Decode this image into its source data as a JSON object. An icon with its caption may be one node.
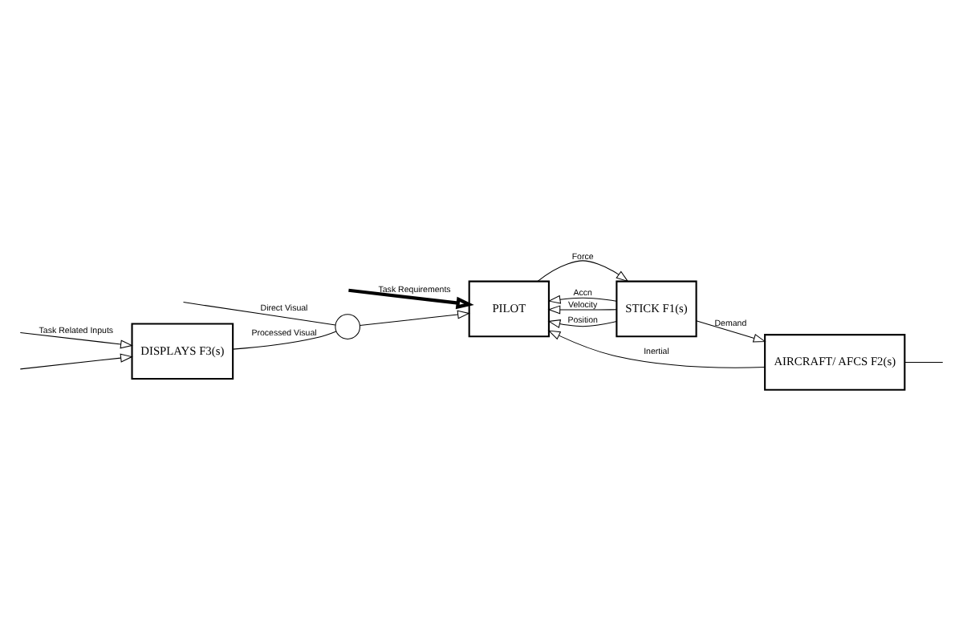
{
  "diagram": {
    "nodes": [
      {
        "text": [
          "DISPLAYS F3(s)"
        ]
      },
      {
        "text": [],
        "shape": "circle"
      },
      {
        "text": [
          "PILOT"
        ]
      },
      {
        "text": [
          "STICK F1(s)"
        ]
      },
      {
        "text": [
          "AIRCRAFT/ AFCS F2(s)"
        ]
      }
    ],
    "edges": [
      {
        "from": null,
        "to": 0,
        "arrow": "to",
        "label": "Task Related Inputs"
      },
      {
        "from": null,
        "to": 0,
        "arrow": "to"
      },
      {
        "from": 0,
        "to": 1,
        "arrow": "none",
        "label": "Processed Visual"
      },
      {
        "from": null,
        "to": 1,
        "arrow": "none",
        "label": "Direct Visual"
      },
      {
        "from": 1,
        "to": 2,
        "arrow": "to"
      },
      {
        "from": 4,
        "to": 2,
        "arrow": "to",
        "label": "Inertial"
      },
      {
        "from": 2,
        "to": 3,
        "arrow": "to",
        "label": "Force"
      },
      {
        "from": 3,
        "to": 2,
        "arrow": "to",
        "label": "Accn"
      },
      {
        "from": 3,
        "to": 2,
        "arrow": "to",
        "label": "Velocity"
      },
      {
        "from": 3,
        "to": 2,
        "arrow": "to",
        "label": "Position"
      },
      {
        "from": 3,
        "to": 4,
        "arrow": "to",
        "label": "Demand"
      },
      {
        "from": 4,
        "to": null,
        "arrow": "none"
      },
      {
        "from": null,
        "to": 2,
        "arrow": "to",
        "label": "Task Requirements",
        "style": "thick"
      }
    ]
  }
}
